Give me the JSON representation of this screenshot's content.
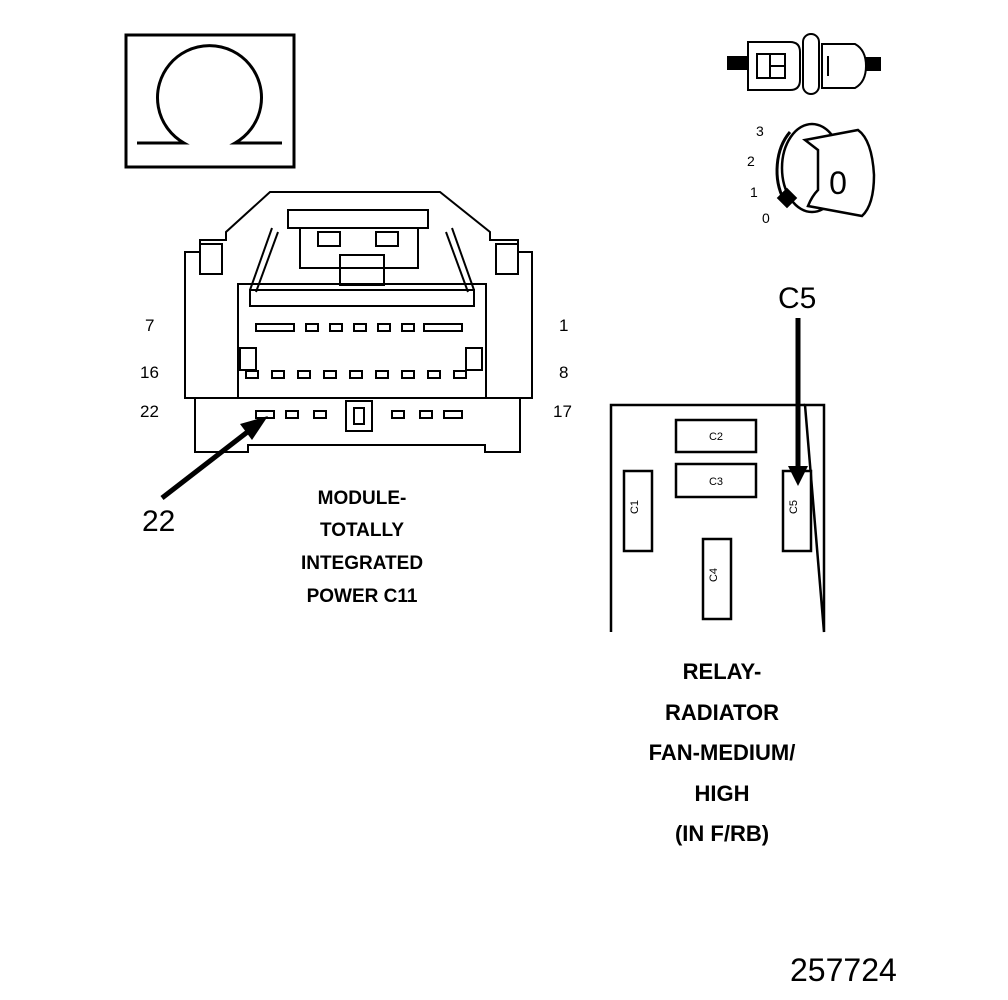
{
  "pin_labels": {
    "row1_left": "7",
    "row1_right": "1",
    "row2_left": "16",
    "row2_right": "8",
    "row3_left": "22",
    "row3_right": "17"
  },
  "callout_pin": "22",
  "module_caption": [
    "MODULE-",
    "TOTALLY",
    "INTEGRATED",
    "POWER C11"
  ],
  "relay_callout": "C5",
  "relay_cavities": [
    "C1",
    "C2",
    "C3",
    "C4",
    "C5"
  ],
  "relay_caption": [
    "RELAY-",
    "RADIATOR",
    "FAN-MEDIUM/",
    "HIGH",
    "(IN F/RB)"
  ],
  "ignition_positions": [
    "3",
    "2",
    "1",
    "0"
  ],
  "ignition_key_label": "0",
  "figure_number": "257724"
}
